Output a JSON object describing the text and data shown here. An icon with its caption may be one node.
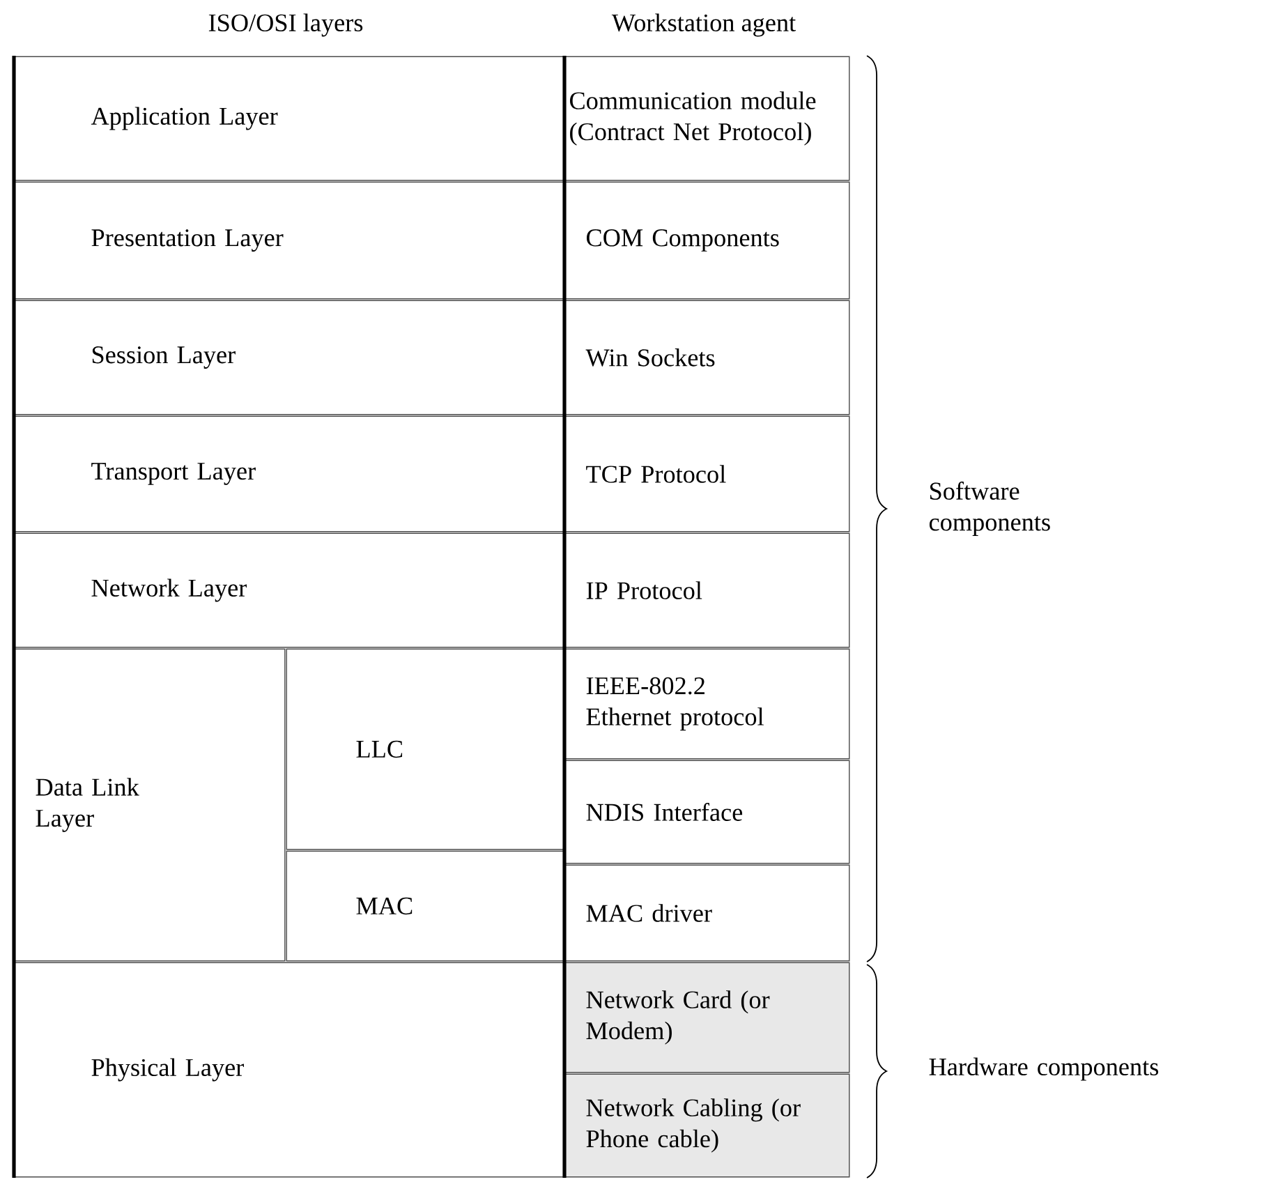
{
  "diagram": {
    "nodes": [
      {
        "text": [
          "Application Layer"
        ]
      },
      {
        "text": [
          "Presentation Layer"
        ]
      },
      {
        "text": [
          "Session Layer"
        ]
      },
      {
        "text": [
          "Transport Layer"
        ]
      },
      {
        "text": [
          "Network Layer"
        ]
      },
      {
        "text": [
          "Data Link Layer"
        ]
      },
      {
        "text": [
          "LLC"
        ]
      },
      {
        "text": [
          "MAC"
        ]
      },
      {
        "text": [
          "Physical Layer"
        ]
      },
      {
        "text": [
          "Communication module (Contract Net Protocol)"
        ]
      },
      {
        "text": [
          "COM Components"
        ]
      },
      {
        "text": [
          "Win Sockets"
        ]
      },
      {
        "text": [
          "TCP Protocol"
        ]
      },
      {
        "text": [
          "IP Protocol"
        ]
      },
      {
        "text": [
          "IEEE-802.2 Ethernet protocol"
        ]
      },
      {
        "text": [
          "NDIS Interface"
        ]
      },
      {
        "text": [
          "MAC driver"
        ]
      },
      {
        "text": [
          "Network Card (or Modem)"
        ]
      },
      {
        "text": [
          "Network Cabling (or Phone cable)"
        ]
      }
    ],
    "labels": [
      "ISO/OSI layers",
      "Workstation agent",
      "Software components",
      "Hardware components"
    ]
  }
}
